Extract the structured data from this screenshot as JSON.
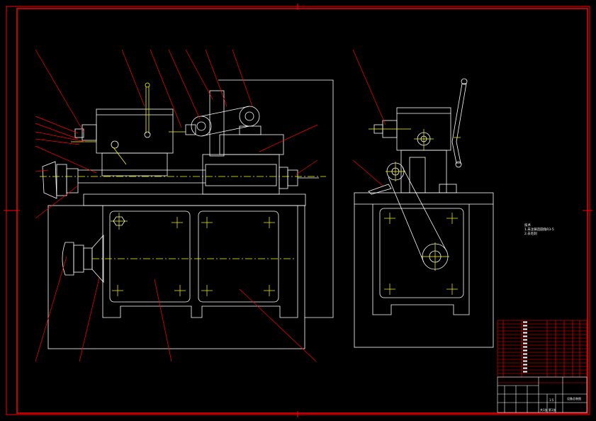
{
  "drawing": {
    "colors": {
      "background": "#000000",
      "border": "#ff0000",
      "outline": "#ffffff",
      "centerline": "#ffff00",
      "leader": "#ff0000",
      "title_block_lines": "#ff0000"
    },
    "notes": {
      "line1": "技术",
      "line2": "1.未注铸造圆角R3-5",
      "line3": "2.去毛刺"
    },
    "title_block": {
      "drawing_name": "设备总装图",
      "scale": "1:5",
      "sheet": "共1张 第1张"
    }
  }
}
